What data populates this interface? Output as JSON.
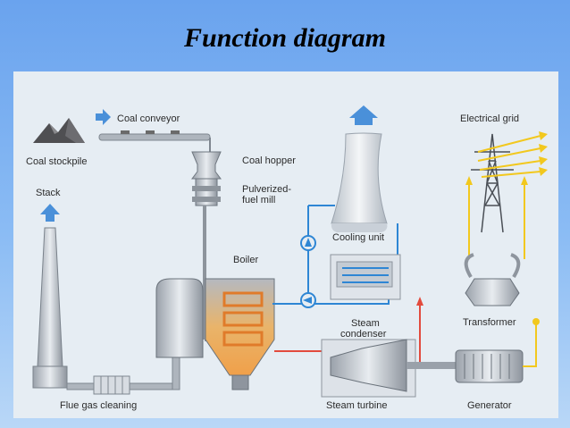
{
  "title": "Function diagram",
  "labels": {
    "coal_conveyor": "Coal conveyor",
    "coal_stockpile": "Coal stockpile",
    "coal_hopper": "Coal hopper",
    "stack": "Stack",
    "pulverized_fuel_mill_1": "Pulverized-",
    "pulverized_fuel_mill_2": "fuel mill",
    "cooling_unit": "Cooling unit",
    "boiler": "Boiler",
    "steam_condenser_1": "Steam",
    "steam_condenser_2": "condenser",
    "transformer": "Transformer",
    "electrical_grid": "Electrical grid",
    "flue_gas_cleaning": "Flue gas cleaning",
    "steam_turbine": "Steam turbine",
    "generator": "Generator"
  },
  "colors": {
    "background": "#6aa3ee",
    "panel": "#e6edf3",
    "steam_line": "#e24b3d",
    "water_line": "#2e86d4",
    "power_line": "#f2c81e",
    "equipment": "#c8ced6",
    "arrow": "#4a90d9"
  }
}
